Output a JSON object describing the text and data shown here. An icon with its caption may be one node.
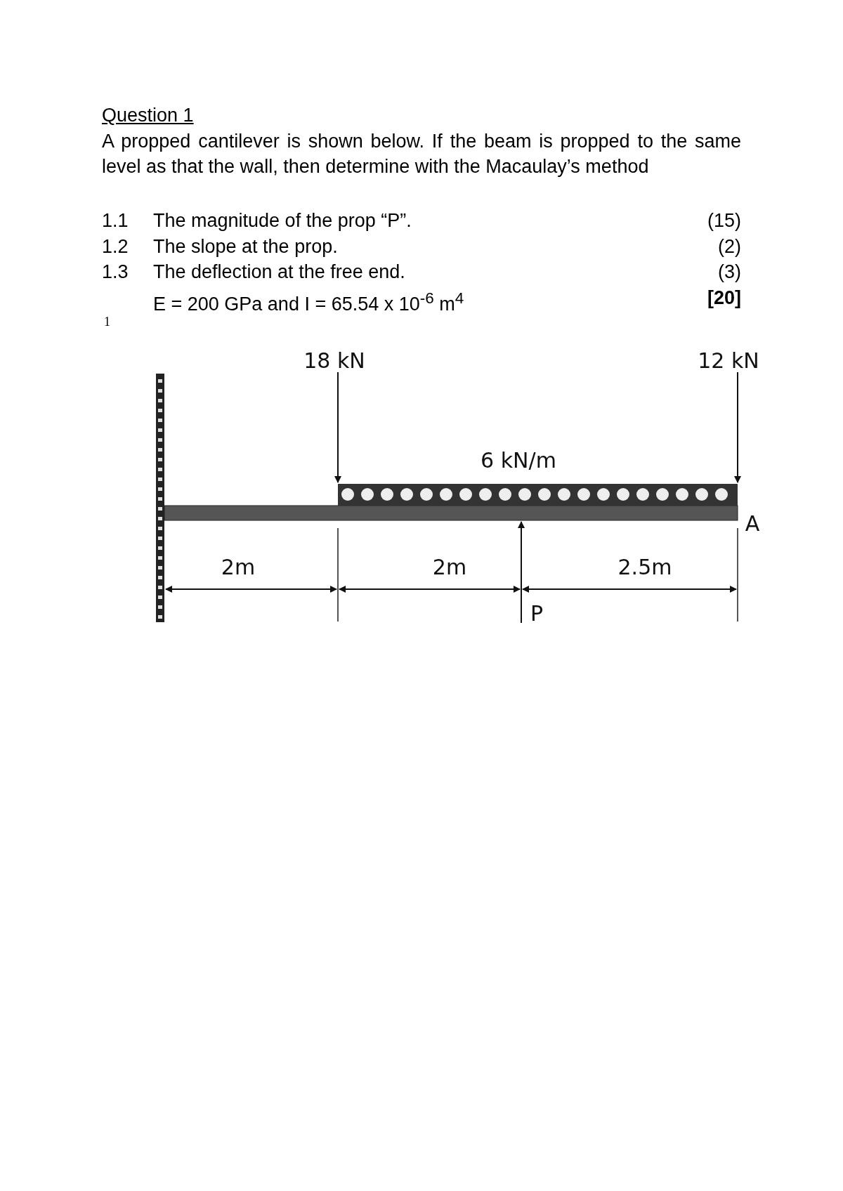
{
  "diagram": {
    "title": "Question 1",
    "labels": [
      "A propped cantilever is shown below. If the beam is propped to the same level as that the wall, then determine with the Macaulay’s method",
      "1.1",
      "The magnitude of the prop “P”.",
      "(15)",
      "1.2",
      "The slope at the prop.",
      "(2)",
      "1.3",
      "The deflection at the free end.",
      "(3)",
      "E = 200 GPa and I = 65.54 x 10$^{-6}$ m$^{4}$",
      "[20]",
      "1",
      "18 kN",
      "12 kN",
      "6 kN/m",
      "A",
      "2m",
      "2m",
      "2.5m",
      "P"
    ]
  }
}
